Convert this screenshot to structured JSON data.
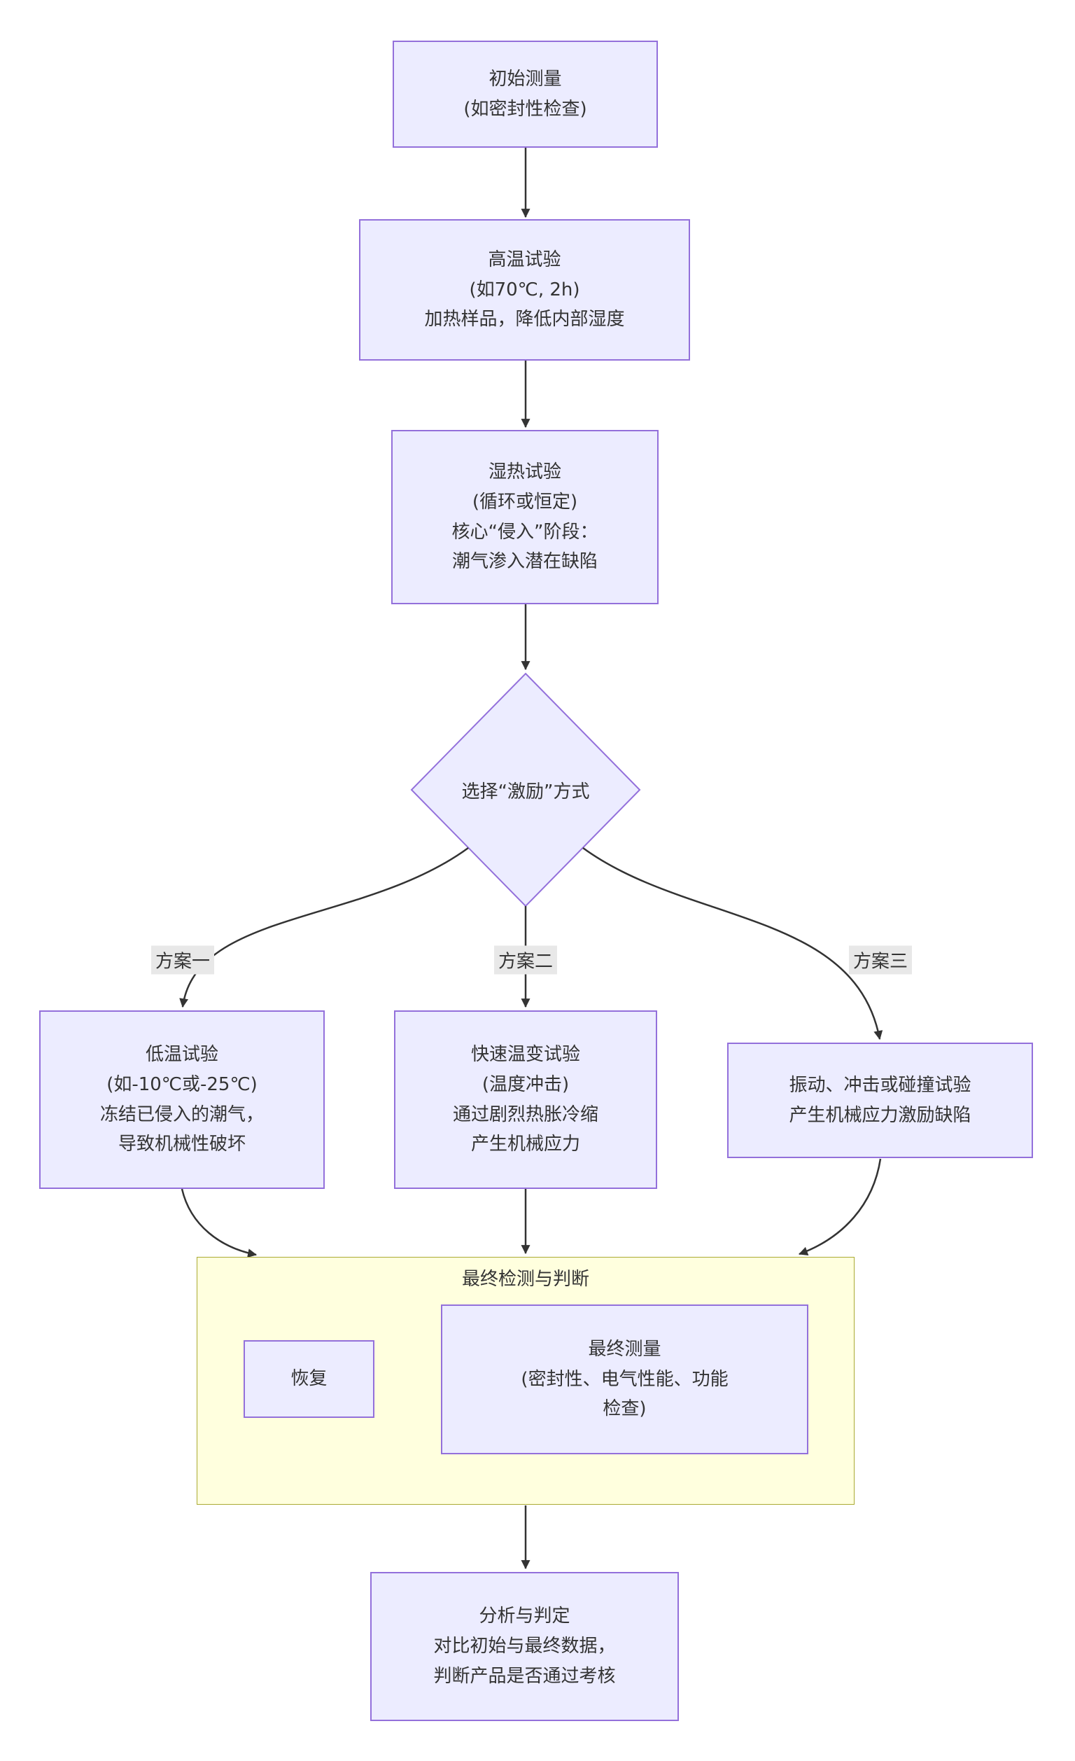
{
  "diagram": {
    "colors": {
      "node_fill": "#ECECFF",
      "node_border": "#9370DB",
      "cluster_fill": "#FFFFDE",
      "cluster_border": "#AAAA33",
      "edge": "#333333",
      "edge_label_bg": "#E8E8E8",
      "text": "#333333"
    },
    "nodes": {
      "initial": {
        "lines": [
          "初始测量",
          "(如密封性检查)"
        ]
      },
      "high_temp": {
        "lines": [
          "高温试验",
          "(如70℃, 2h)",
          "加热样品，降低内部湿度"
        ]
      },
      "damp_heat": {
        "lines": [
          "湿热试验",
          "(循环或恒定)",
          "核心“侵入”阶段：",
          "潮气渗入潜在缺陷"
        ]
      },
      "decision": {
        "label": "选择“激励”方式"
      },
      "low_temp": {
        "lines": [
          "低温试验",
          "(如-10℃或-25℃)",
          "冻结已侵入的潮气，",
          "导致机械性破坏"
        ]
      },
      "thermal_shock": {
        "lines": [
          "快速温变试验",
          "(温度冲击)",
          "通过剧烈热胀冷缩",
          "产生机械应力"
        ]
      },
      "vibration": {
        "lines": [
          "振动、冲击或碰撞试验",
          "产生机械应力激励缺陷"
        ]
      },
      "recovery": {
        "label": "恢复"
      },
      "final_measure": {
        "lines": [
          "最终测量",
          "(密封性、电气性能、功能",
          "检查)"
        ]
      },
      "analysis": {
        "lines": [
          "分析与判定",
          "对比初始与最终数据，",
          "判断产品是否通过考核"
        ]
      }
    },
    "cluster": {
      "title": "最终检测与判断"
    },
    "edge_labels": {
      "plan1": "方案一",
      "plan2": "方案二",
      "plan3": "方案三"
    }
  }
}
